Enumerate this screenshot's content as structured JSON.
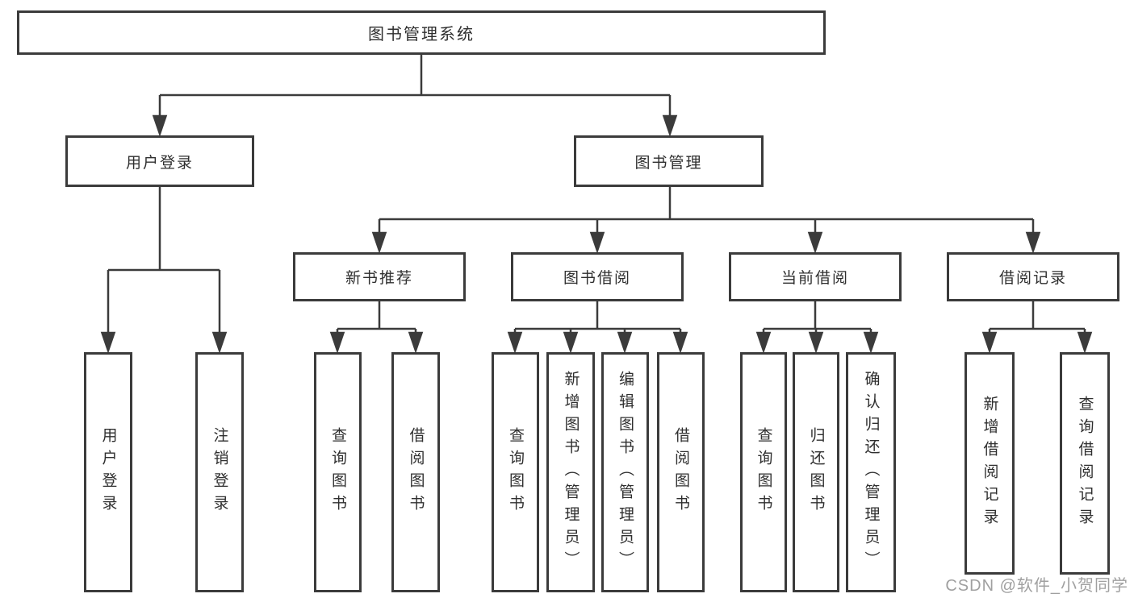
{
  "colors": {
    "background": "#ffffff",
    "line": "#3b3b3b",
    "box_border": "#3b3b3b",
    "text": "#2f2f2f",
    "watermark": "#a0a0a0"
  },
  "nodes": {
    "root": {
      "label": "图书管理系统"
    },
    "l2": [
      {
        "label": "用户登录"
      },
      {
        "label": "图书管理"
      }
    ],
    "l3": [
      {
        "label": "新书推荐",
        "parent": "图书管理"
      },
      {
        "label": "图书借阅",
        "parent": "图书管理"
      },
      {
        "label": "当前借阅",
        "parent": "图书管理"
      },
      {
        "label": "借阅记录",
        "parent": "图书管理"
      }
    ],
    "leaves": [
      {
        "label": "用户登录",
        "parent": "用户登录"
      },
      {
        "label": "注销登录",
        "parent": "用户登录"
      },
      {
        "label": "查询图书",
        "parent": "新书推荐"
      },
      {
        "label": "借阅图书",
        "parent": "新书推荐"
      },
      {
        "label": "查询图书",
        "parent": "图书借阅"
      },
      {
        "label": "新增图书（管理员）",
        "parent": "图书借阅"
      },
      {
        "label": "编辑图书（管理员）",
        "parent": "图书借阅"
      },
      {
        "label": "借阅图书",
        "parent": "图书借阅"
      },
      {
        "label": "查询图书",
        "parent": "当前借阅"
      },
      {
        "label": "归还图书",
        "parent": "当前借阅"
      },
      {
        "label": "确认归还（管理员）",
        "parent": "当前借阅"
      },
      {
        "label": "新增借阅记录",
        "parent": "借阅记录"
      },
      {
        "label": "查询借阅记录",
        "parent": "借阅记录"
      }
    ]
  },
  "watermark": {
    "text": "CSDN @软件_小贺同学"
  }
}
